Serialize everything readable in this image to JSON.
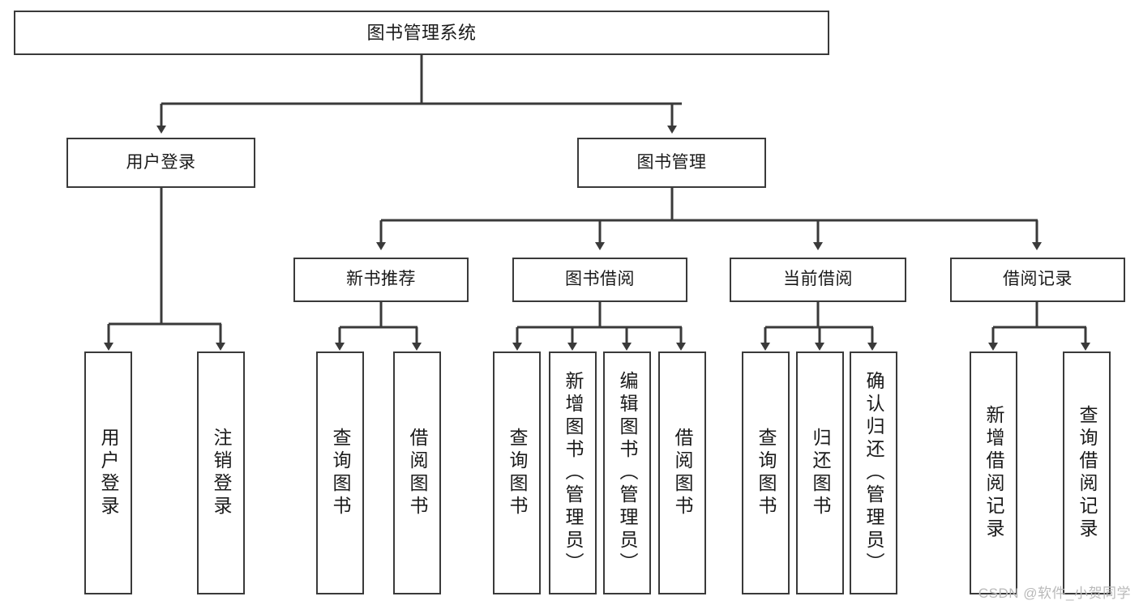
{
  "diagram": {
    "title": "图书管理系统",
    "type": "tree-hierarchy",
    "orientation": "top-down",
    "stroke_color": "#3a3a3a",
    "fill_color": "#ffffff",
    "text_color": "#1a1a1a",
    "watermark": "CSDN @软件_小贺同学"
  },
  "nodes": {
    "root": {
      "label": "图书管理系统"
    },
    "level2": [
      {
        "label": "用户登录"
      },
      {
        "label": "图书管理"
      }
    ],
    "level3": [
      {
        "label": "新书推荐"
      },
      {
        "label": "图书借阅"
      },
      {
        "label": "当前借阅"
      },
      {
        "label": "借阅记录"
      }
    ],
    "leaves_user_login": [
      {
        "label": "用户登录"
      },
      {
        "label": "注销登录"
      }
    ],
    "leaves_new_book": [
      {
        "label": "查询图书"
      },
      {
        "label": "借阅图书"
      }
    ],
    "leaves_borrow": [
      {
        "label": "查询图书"
      },
      {
        "label": "新增图书（管理员）"
      },
      {
        "label": "编辑图书（管理员）"
      },
      {
        "label": "借阅图书"
      }
    ],
    "leaves_current": [
      {
        "label": "查询图书"
      },
      {
        "label": "归还图书"
      },
      {
        "label": "确认归还（管理员）"
      }
    ],
    "leaves_records": [
      {
        "label": "新增借阅记录"
      },
      {
        "label": "查询借阅记录"
      }
    ]
  }
}
